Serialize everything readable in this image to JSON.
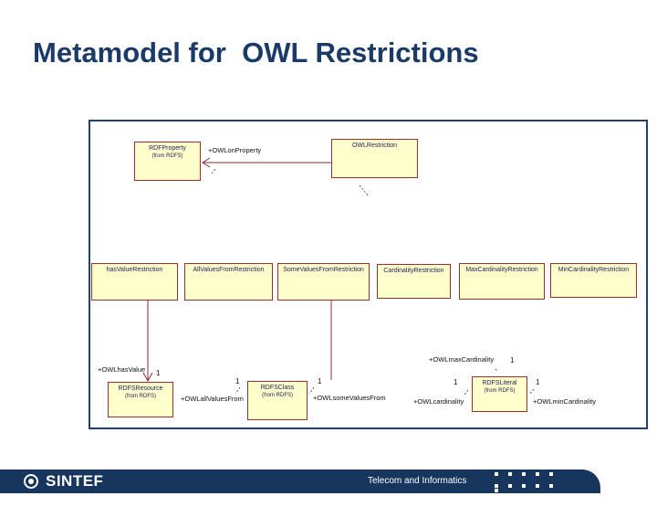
{
  "slide": {
    "title": "Metamodel for  OWL Restrictions"
  },
  "diagram": {
    "classes": [
      {
        "name": "RDFProperty",
        "stereotype": "(from RDFS)"
      },
      {
        "name": "OWLRestriction"
      },
      {
        "name": "hasValueRestriction"
      },
      {
        "name": "AllValuesFromRestriction"
      },
      {
        "name": "SomeValuesFromRestriction"
      },
      {
        "name": "CardinalityRestriction"
      },
      {
        "name": "MaxCardinalityRestriction"
      },
      {
        "name": "MinCardinalityRestriction"
      },
      {
        "name": "RDFSResource",
        "stereotype": "(from RDFS)"
      },
      {
        "name": "RDFSClass",
        "stereotype": "(from RDFS)"
      },
      {
        "name": "RDFSLiteral",
        "stereotype": "(from RDFS)"
      }
    ],
    "associations": [
      {
        "label": "+OWLonProperty",
        "mult": ""
      },
      {
        "label": "+OWLhasValue",
        "mult": "1"
      },
      {
        "label": "+OWLallValuesFrom",
        "mult": "1"
      },
      {
        "label": "+OWLsomeValuesFrom",
        "mult": "1"
      },
      {
        "label": "+OWLcardinality",
        "mult": "1"
      },
      {
        "label": "+OWLmaxCardinality",
        "mult": "1"
      },
      {
        "label": "+OWLminCardinality",
        "mult": "1"
      }
    ]
  },
  "footer": {
    "brand": "SINTEF",
    "department": "Telecom and Informatics"
  },
  "colors": {
    "title_text": "#1a3a68",
    "footer_bar": "#17365d",
    "class_fill": "#ffffcc",
    "class_border": "#9c2f2f",
    "association_line": "#8e2b2b",
    "diagram_frame": "#23406e"
  }
}
